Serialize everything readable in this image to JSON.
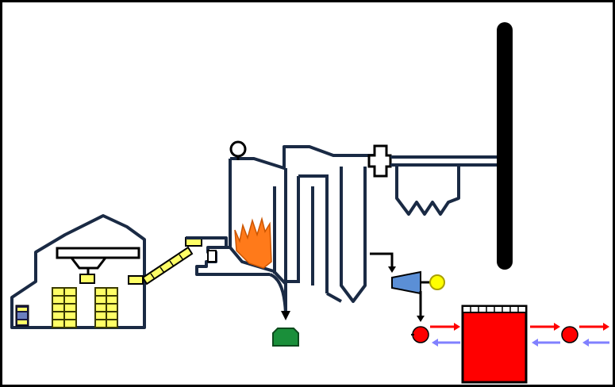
{
  "diagram": {
    "kind": "power-plant-schematic",
    "colors": {
      "frame": "#000000",
      "outline": "#1a2a44",
      "stack": "#000000",
      "coal_blocks": "#ffff66",
      "coal_block_border": "#3a3a00",
      "flame": "#ff7a1a",
      "ash_hopper": "#1a8f3a",
      "turbine": "#5b8fd6",
      "generator": "#ffff00",
      "pump": "#ff0000",
      "condenser": "#ff0000",
      "hot_flow_arrow": "#ff0000",
      "cold_flow_arrow": "#8080ff",
      "machine_box": "#1a1a40"
    },
    "components": [
      {
        "id": "coal-storage-building",
        "icon": "warehouse-icon"
      },
      {
        "id": "coal-conveyor",
        "icon": "conveyor-belt-icon"
      },
      {
        "id": "coal-mill",
        "icon": "mill-icon"
      },
      {
        "id": "furnace",
        "icon": "flame-icon"
      },
      {
        "id": "steam-drum",
        "icon": "drum-icon"
      },
      {
        "id": "boiler-tubes",
        "icon": "pipes-icon"
      },
      {
        "id": "economizer",
        "icon": "coil-icon"
      },
      {
        "id": "ash-hopper",
        "icon": "hopper-icon"
      },
      {
        "id": "steam-turbine",
        "icon": "turbine-icon"
      },
      {
        "id": "generator",
        "icon": "generator-icon"
      },
      {
        "id": "condenser",
        "icon": "condenser-icon"
      },
      {
        "id": "feed-pump",
        "icon": "pump-icon"
      },
      {
        "id": "circulating-pump",
        "icon": "pump-icon"
      },
      {
        "id": "chimney-stack",
        "icon": "chimney-icon"
      }
    ]
  }
}
